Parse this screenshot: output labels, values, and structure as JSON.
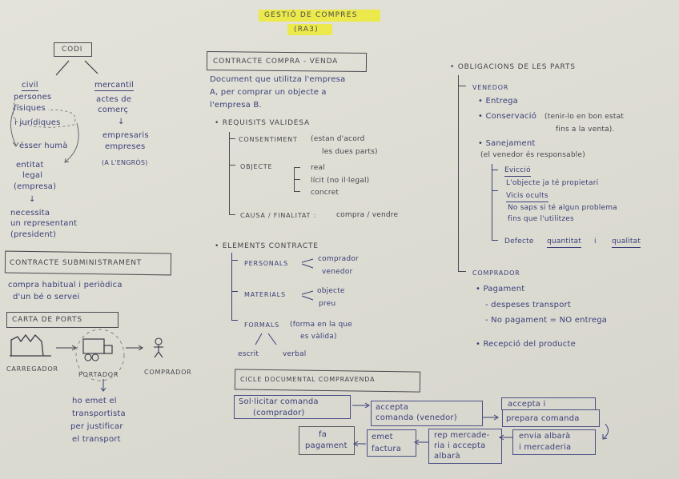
{
  "title": {
    "line1": "GESTIÓ DE COMPRES",
    "line2": "(RA3)",
    "highlight_color": "#ecea3c"
  },
  "codi": {
    "heading": "CODI",
    "civil": {
      "label": "civil",
      "items": [
        "persones",
        "físiques",
        "i jurídiques",
        "ésser humà",
        "entitat",
        "legal",
        "(empresa)",
        "↓",
        "necessita",
        "un representant",
        "(president)"
      ]
    },
    "mercantil": {
      "label": "mercantil",
      "items": [
        "actes de",
        "comerç",
        "↓",
        "empresaris",
        "empreses",
        "(A L'ENGRÒS)"
      ]
    }
  },
  "subministrament": {
    "heading": "CONTRACTE SUBMINISTRAMENT",
    "text_line1": "compra habitual i periòdica",
    "text_line2": "d'un bé o servei"
  },
  "carta_ports": {
    "heading": "CARTA DE PORTS",
    "carregador": "CARREGADOR",
    "portador": "PORTADOR",
    "comprador": "COMPRADOR",
    "note": [
      "ho emet el",
      "transportista",
      "per justificar",
      "el transport"
    ]
  },
  "compravenda": {
    "heading": "CONTRACTE COMPRA - VENDA",
    "description": [
      "Document que utilitza l'empresa",
      "A, per comprar un objecte a",
      "l'empresa B."
    ],
    "requisits": {
      "heading": "• REQUISITS VALIDESA",
      "consentiment": "CONSENTIMENT",
      "consentiment_note_1": "(estan d'acord",
      "consentiment_note_2": "les dues parts)",
      "objecte": "OBJECTE",
      "objecte_items": [
        "real",
        "lícit (no il·legal)",
        "concret"
      ],
      "causa": "CAUSA / FINALITAT :",
      "causa_value": "compra / vendre"
    },
    "elements": {
      "heading": "• ELEMENTS CONTRACTE",
      "personals": "PERSONALS",
      "personals_items": [
        "comprador",
        "venedor"
      ],
      "materials": "MATERIALS",
      "materials_items": [
        "objecte",
        "preu"
      ],
      "formals": "FORMALS",
      "formals_note_1": "(forma en la que",
      "formals_note_2": "es vàlida)",
      "formals_items": [
        "escrit",
        "verbal"
      ]
    }
  },
  "obligacions": {
    "heading": "• OBLIGACIONS DE LES PARTS",
    "venedor": {
      "label": "VENEDOR",
      "entrega": "• Entrega",
      "conservacio": "• Conservació",
      "conservacio_note_1": "(tenir-lo en bon estat",
      "conservacio_note_2": "fins a la venta).",
      "sanejament": "• Sanejament",
      "sanejament_note": "(el venedor és responsable)",
      "eviccio": "Evicció",
      "eviccio_text": "L'objecte ja té propietari",
      "vicis": "Vicis ocults",
      "vicis_text_1": "No saps si té algun problema",
      "vicis_text_2": "fins que l'utilitzes",
      "defecte": "Defecte",
      "quantitat": "quantitat",
      "i": "i",
      "qualitat": "qualitat"
    },
    "comprador": {
      "label": "COMPRADOR",
      "pagament": "• Pagament",
      "despeses": "- despeses transport",
      "no_pagament": "- No pagament = NO entrega",
      "recepcio": "• Recepció del producte"
    }
  },
  "cicle": {
    "heading": "CICLE DOCUMENTAL COMPRAVENDA",
    "steps": {
      "sollicitar_1": "Sol·licitar comanda",
      "sollicitar_2": "(comprador)",
      "accepta_1": "accepta",
      "accepta_2": "comanda (venedor)",
      "prepara_1": "accepta i",
      "prepara_2": "prepara comanda",
      "envia_1": "envia albarà",
      "envia_2": "i mercaderia",
      "rep_1": "rep mercade-",
      "rep_2": "ria i accepta",
      "rep_3": "albarà",
      "emet_1": "emet",
      "emet_2": "factura",
      "fa_1": "fa",
      "fa_2": "pagament"
    }
  },
  "colors": {
    "ink_blue": "#3a3f78",
    "ink_grey": "#45454d",
    "paper": "#dddcd3"
  }
}
